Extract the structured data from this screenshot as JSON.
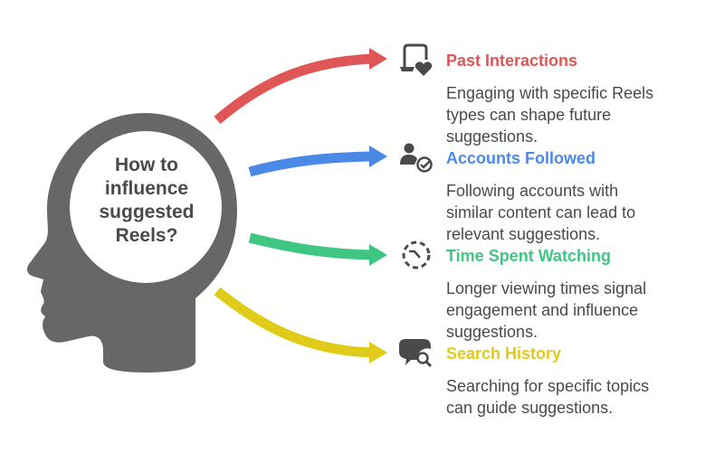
{
  "center": {
    "lines": [
      "How to",
      "influence",
      "suggested",
      "Reels?"
    ]
  },
  "colors": {
    "head": "#676767",
    "text": "#4a4a4a",
    "icon": "#4a4a4a"
  },
  "items": [
    {
      "title": "Past Interactions",
      "color": "#e05656",
      "icon": "laptop-heart-icon",
      "desc": [
        "Engaging with specific Reels",
        "types can shape future",
        "suggestions."
      ]
    },
    {
      "title": "Accounts Followed",
      "color": "#4a8ae6",
      "icon": "user-check-icon",
      "desc": [
        "Following accounts with",
        "similar content can lead to",
        "relevant suggestions."
      ]
    },
    {
      "title": "Time Spent Watching",
      "color": "#3ec682",
      "icon": "dashed-clock-icon",
      "desc": [
        "Longer viewing times signal",
        "engagement and influence",
        "suggestions."
      ]
    },
    {
      "title": "Search History",
      "color": "#e0cc18",
      "icon": "chat-search-icon",
      "desc": [
        "Searching for specific topics",
        "can guide suggestions."
      ]
    }
  ]
}
